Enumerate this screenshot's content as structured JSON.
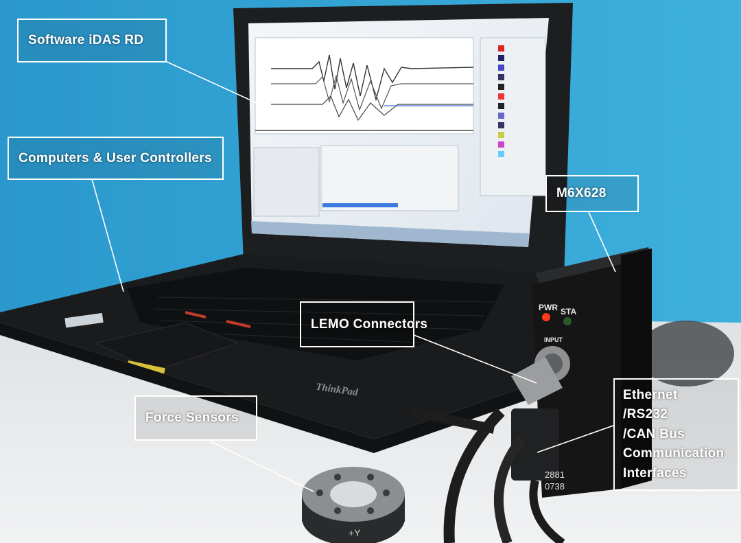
{
  "callouts": {
    "software": "Software iDAS RD",
    "computers": "Computers & User Controllers",
    "m6x628": "M6X628",
    "lemo": "LEMO Connectors",
    "force": "Force Sensors",
    "interfaces": [
      "Ethernet",
      "/RS232",
      "/CAN Bus",
      "Communication",
      "Interfaces"
    ]
  },
  "device": {
    "pwr": "PWR",
    "sta": "STA",
    "input": "INPUT",
    "code_lines": [
      "2881",
      "0738"
    ]
  },
  "laptop": {
    "brand": "ThinkPad"
  },
  "sensor": {
    "marking": "+Y"
  },
  "colors": {
    "wall": "#2f9fd0",
    "desk": "#e9ebec",
    "laptop": "#1b1c1e",
    "device": "#141414",
    "led_red": "#ff3b1e",
    "led_green": "#2a5a2a",
    "callout_border": "#ffffff"
  }
}
